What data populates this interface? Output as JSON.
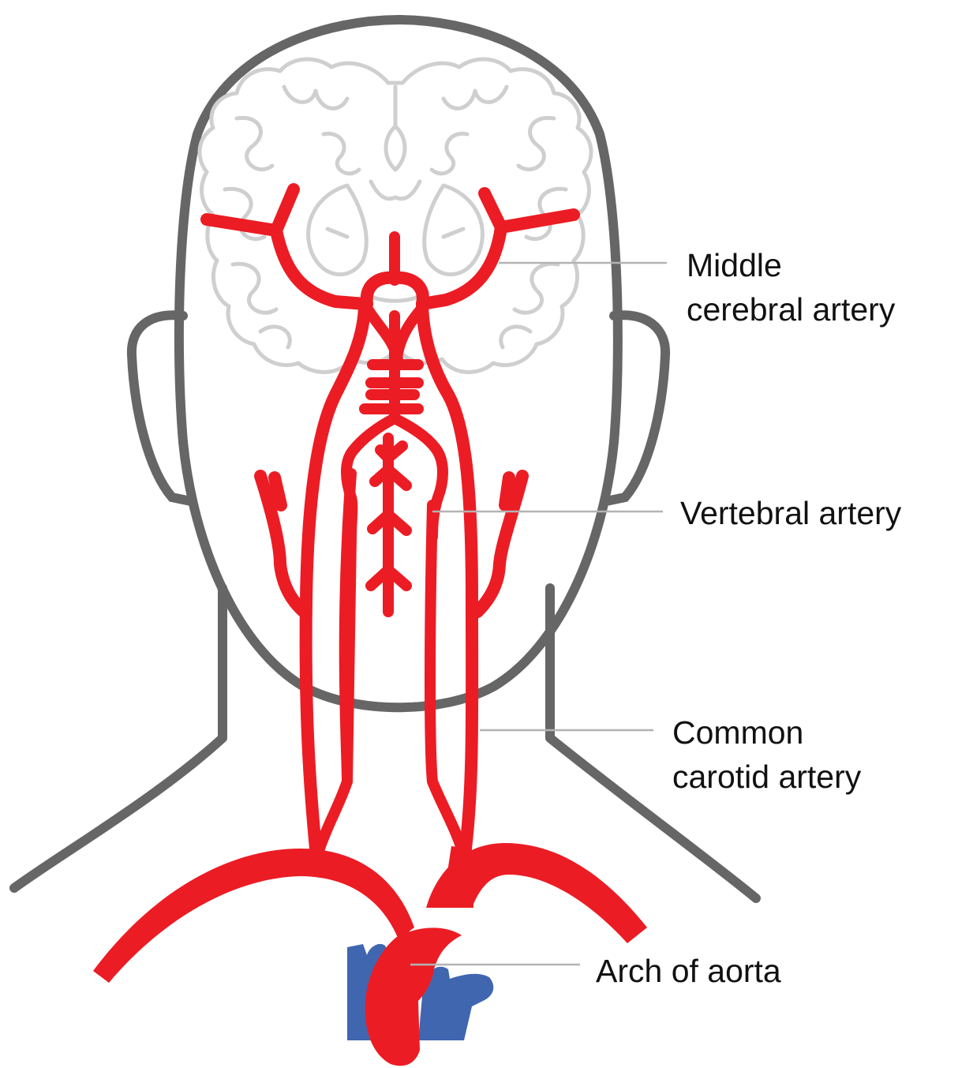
{
  "colors": {
    "outline": "#666666",
    "brain": "#cfcfcf",
    "artery": "#ec1c24",
    "vein": "#4166b0",
    "leader": "#b3b3b3",
    "text": "#111111"
  },
  "labels": {
    "middle_cerebral": {
      "line1": "Middle",
      "line2": "cerebral artery"
    },
    "vertebral": {
      "line1": "Vertebral artery"
    },
    "common_carotid": {
      "line1": "Common",
      "line2": "carotid artery"
    },
    "arch_of_aorta": {
      "line1": "Arch of aorta"
    }
  }
}
